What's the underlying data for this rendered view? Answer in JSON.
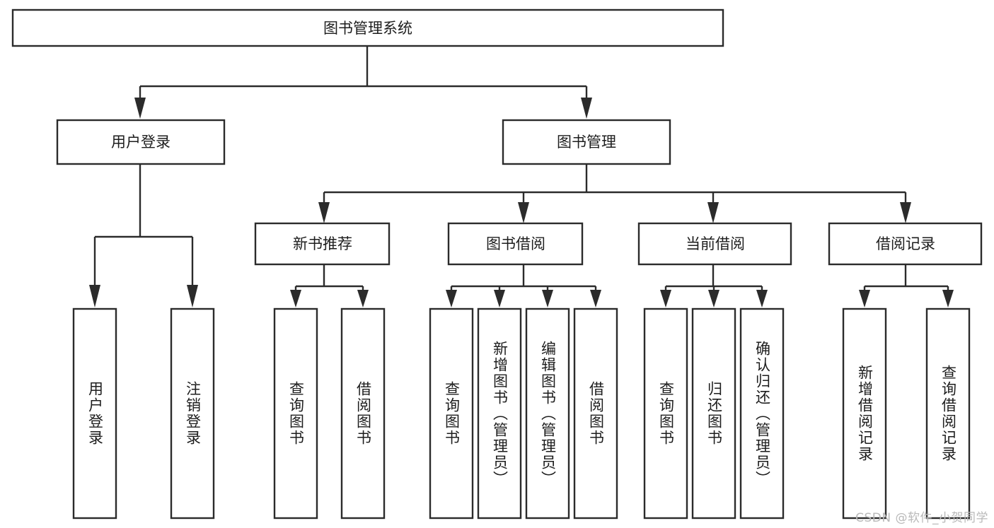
{
  "diagram": {
    "title": "图书管理系统",
    "type": "tree-hierarchy-chart",
    "root": {
      "id": "root",
      "label": "图书管理系统",
      "orientation": "horizontal"
    },
    "level2": [
      {
        "id": "user-login",
        "label": "用户登录",
        "orientation": "horizontal"
      },
      {
        "id": "book-management",
        "label": "图书管理",
        "orientation": "horizontal"
      }
    ],
    "level3": [
      {
        "id": "new-book-recommend",
        "label": "新书推荐",
        "orientation": "horizontal"
      },
      {
        "id": "book-borrow",
        "label": "图书借阅",
        "orientation": "horizontal"
      },
      {
        "id": "current-borrow",
        "label": "当前借阅",
        "orientation": "horizontal"
      },
      {
        "id": "borrow-record",
        "label": "借阅记录",
        "orientation": "horizontal"
      }
    ],
    "leaves": {
      "user-login": [
        {
          "id": "leaf-user-login",
          "label": "用户登录",
          "orientation": "vertical"
        },
        {
          "id": "leaf-logout-login",
          "label": "注销登录",
          "orientation": "vertical"
        }
      ],
      "new-book-recommend": [
        {
          "id": "leaf-query-book-1",
          "label": "查询图书",
          "orientation": "vertical"
        },
        {
          "id": "leaf-borrow-book-1",
          "label": "借阅图书",
          "orientation": "vertical"
        }
      ],
      "book-borrow": [
        {
          "id": "leaf-query-book-2",
          "label": "查询图书",
          "orientation": "vertical"
        },
        {
          "id": "leaf-add-book-admin",
          "label": "新增图书（管理员）",
          "orientation": "vertical"
        },
        {
          "id": "leaf-edit-book-admin",
          "label": "编辑图书（管理员）",
          "orientation": "vertical"
        },
        {
          "id": "leaf-borrow-book-2",
          "label": "借阅图书",
          "orientation": "vertical"
        }
      ],
      "current-borrow": [
        {
          "id": "leaf-query-book-3",
          "label": "查询图书",
          "orientation": "vertical"
        },
        {
          "id": "leaf-return-book",
          "label": "归还图书",
          "orientation": "vertical"
        },
        {
          "id": "leaf-confirm-return-admin",
          "label": "确认归还（管理员）",
          "orientation": "vertical"
        }
      ],
      "borrow-record": [
        {
          "id": "leaf-add-borrow-record",
          "label": "新增借阅记录",
          "orientation": "vertical"
        },
        {
          "id": "leaf-query-borrow-record",
          "label": "查询借阅记录",
          "orientation": "vertical"
        }
      ]
    }
  },
  "watermark": {
    "text": "CSDN @软件_小贺同学"
  },
  "colors": {
    "background": "#ffffff",
    "box_fill": "#ffffff",
    "box_stroke": "#2b2b2b",
    "connector": "#2b2b2b",
    "text": "#1d1d1d",
    "watermark": "#b9b9b9"
  }
}
